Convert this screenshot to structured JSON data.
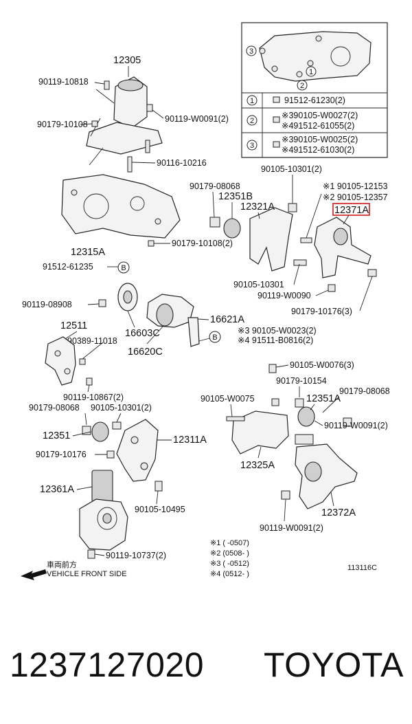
{
  "diagram": {
    "callouts": {
      "c12305": "12305",
      "c90119_10818": "90119-10818",
      "c90179_10108_a": "90179-10108",
      "c90119_W0091_a": "90119-W0091(2)",
      "c90116_10216": "90116-10216",
      "c12315A": "12315A",
      "c90179_10108_b": "90179-10108(2)",
      "c90179_08068_a": "90179-08068",
      "c12351B": "12351B",
      "c12321A": "12321A",
      "c90105_10301_a": "90105-10301(2)",
      "c_x1_90105_12153": "※1 90105-12153",
      "c_x2_90105_12357": "※2 90105-12357",
      "c12371A": "12371A",
      "c91512_61235": "91512-61235",
      "c90119_08908": "90119-08908",
      "c90105_10301_b": "90105-10301",
      "c90119_W0090": "90119-W0090",
      "c90179_10176_a": "90179-10176(3)",
      "c12511": "12511",
      "c90389_11018": "90389-11018",
      "c16603C": "16603C",
      "c16621A": "16621A",
      "c_x3_90105_W0023": "※3 90105-W0023(2)",
      "c_x4_91511_B0816": "※4 91511-B0816(2)",
      "c16620C": "16620C",
      "c90105_W0076": "90105-W0076(3)",
      "c90179_10154": "90179-10154",
      "c90119_10867": "90119-10867(2)",
      "c90179_08068_b": "90179-08068",
      "c90105_10301_c": "90105-10301(2)",
      "c90105_W0075": "90105-W0075",
      "c12351A": "12351A",
      "c90179_08068_c": "90179-08068",
      "c90119_W0091_b": "90119-W0091(2)",
      "c12351": "12351",
      "c12311A": "12311A",
      "c90179_10176_b": "90179-10176",
      "c12325A": "12325A",
      "c12361A": "12361A",
      "c90105_10495": "90105-10495",
      "c12372A": "12372A",
      "c90119_W0091_c": "90119-W0091(2)",
      "c90119_10737": "90119-10737(2)"
    },
    "marker_b": "B",
    "inset": {
      "circle_1": "1",
      "circle_2": "2",
      "circle_3": "3",
      "rows": [
        {
          "num": "1",
          "line1": "91512-61230(2)",
          "line2": ""
        },
        {
          "num": "2",
          "line1": "※390105-W0027(2)",
          "line2": "※491512-61055(2)"
        },
        {
          "num": "3",
          "line1": "※390105-W0025(2)",
          "line2": "※491512-61030(2)"
        }
      ]
    },
    "notes": [
      "※1 (     -0507)",
      "※2 (0508-     )",
      "※3 (     -0512)",
      "※4 (0512-     )"
    ],
    "front_label_jp": "車両前方",
    "front_label_en": "VEHICLE FRONT SIDE",
    "diagram_code": "113116C",
    "highlight_color": "#d11a1a"
  },
  "footer": {
    "part_number": "1237127020",
    "brand": "TOYOTA"
  }
}
